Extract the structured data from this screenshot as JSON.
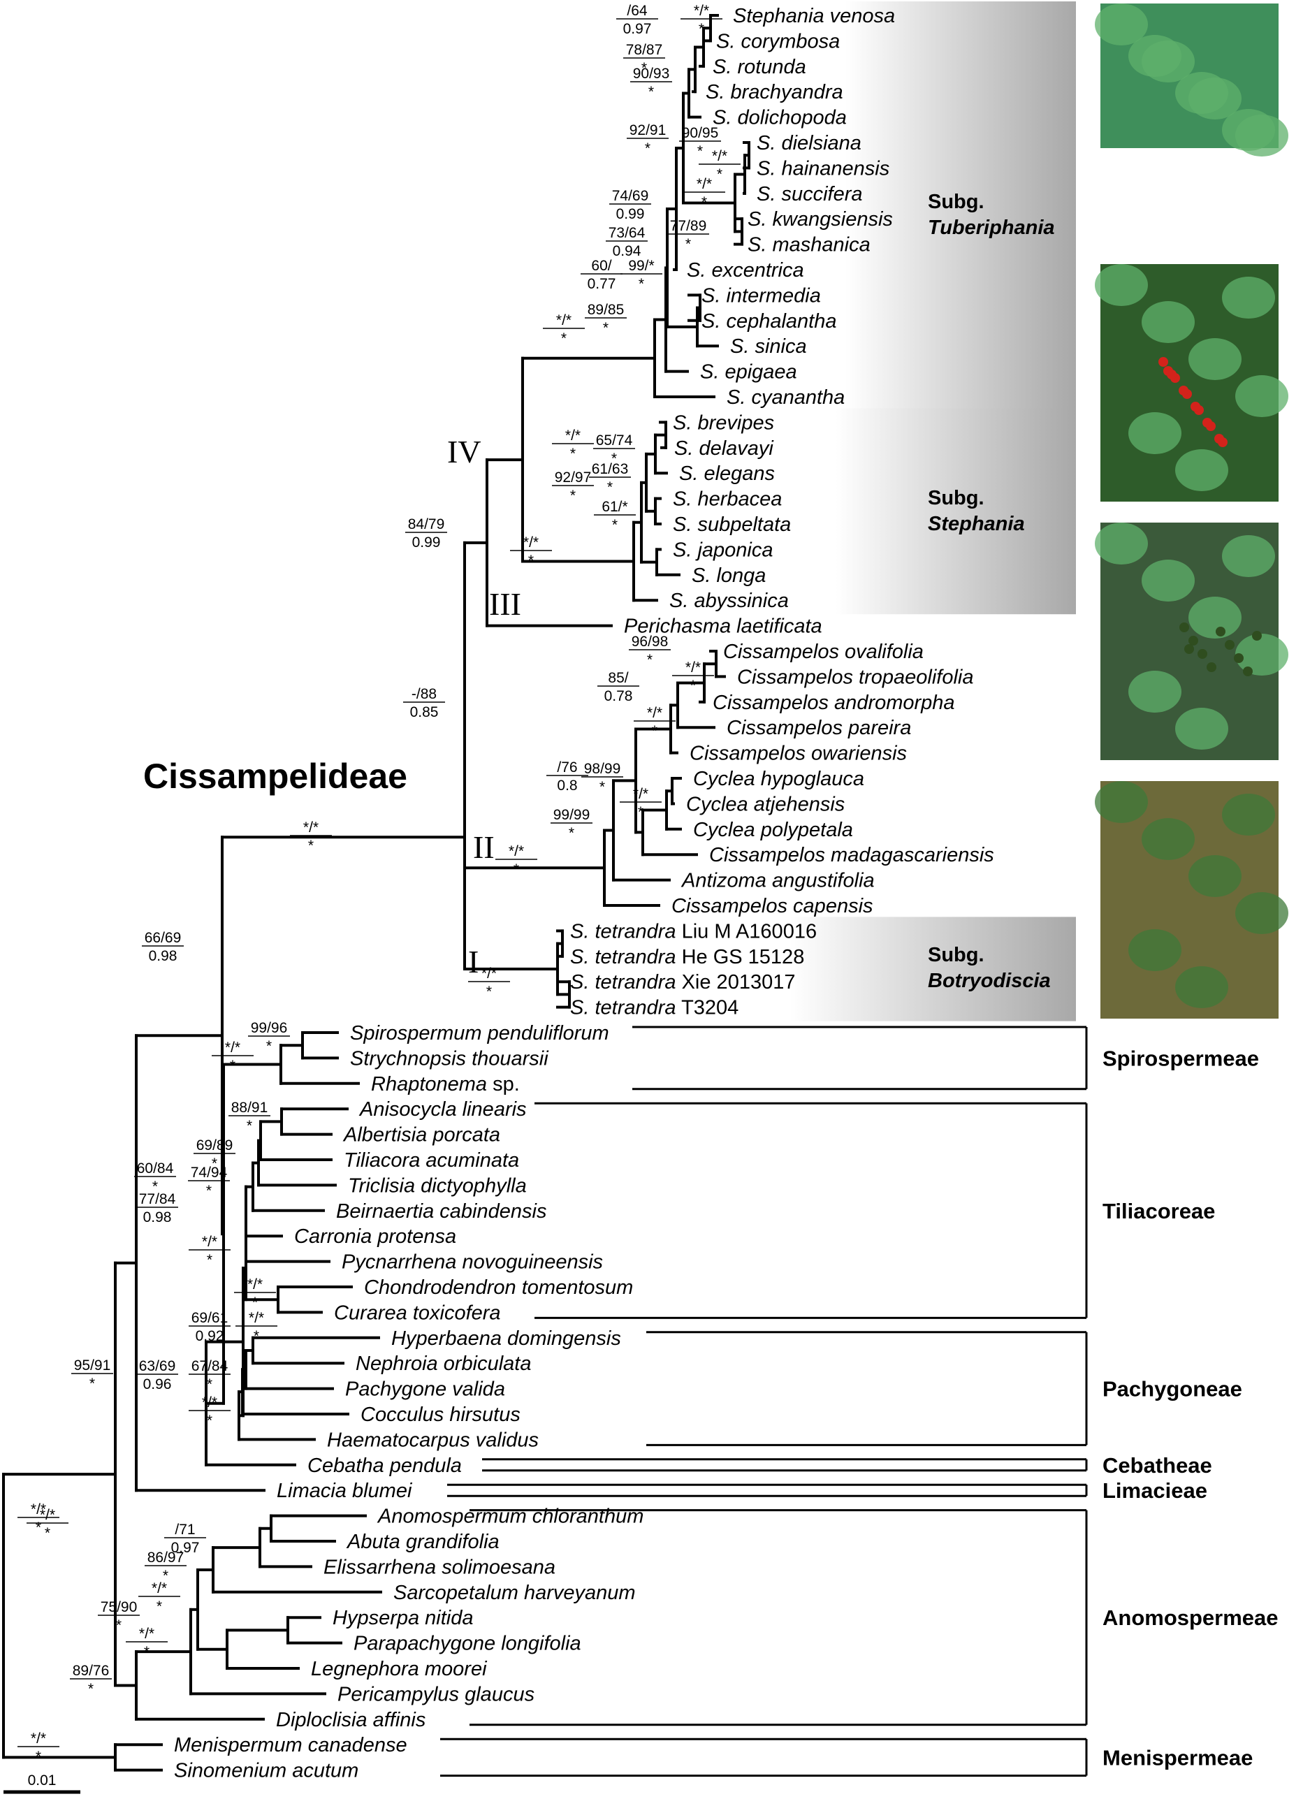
{
  "figure": {
    "headline": "Cissampelideae",
    "scale_label": "0.01",
    "clade_numerals": [
      "I",
      "II",
      "III",
      "IV"
    ],
    "subgenus_label": "Subg.",
    "subgenera": [
      "Tuberiphania",
      "Stephania",
      "Botryodiscia"
    ],
    "photos": [
      "leaf-photo",
      "berry-photo",
      "fruit-photo",
      "seedling-photo"
    ],
    "colors": {
      "line": "#000000",
      "panel_dark": "#a8a8a8",
      "panel_light": "#ffffff"
    }
  },
  "taxa": [
    {
      "name": "Stephania venosa"
    },
    {
      "name": "S. corymbosa"
    },
    {
      "name": "S. rotunda"
    },
    {
      "name": "S. brachyandra"
    },
    {
      "name": "S. dolichopoda"
    },
    {
      "name": "S. dielsiana"
    },
    {
      "name": "S. hainanensis"
    },
    {
      "name": "S. succifera"
    },
    {
      "name": "S. kwangsiensis"
    },
    {
      "name": "S. mashanica"
    },
    {
      "name": "S. excentrica"
    },
    {
      "name": "S. intermedia"
    },
    {
      "name": "S. cephalantha"
    },
    {
      "name": "S. sinica"
    },
    {
      "name": "S. epigaea"
    },
    {
      "name": "S. cyanantha"
    },
    {
      "name": "S. brevipes"
    },
    {
      "name": "S. delavayi"
    },
    {
      "name": "S. elegans"
    },
    {
      "name": "S. herbacea"
    },
    {
      "name": "S. subpeltata"
    },
    {
      "name": "S. japonica"
    },
    {
      "name": "S. longa"
    },
    {
      "name": "S. abyssinica"
    },
    {
      "name": "Perichasma laetificata"
    },
    {
      "name": "Cissampelos ovalifolia"
    },
    {
      "name": "Cissampelos tropaeolifolia"
    },
    {
      "name": "Cissampelos andromorpha"
    },
    {
      "name": "Cissampelos pareira"
    },
    {
      "name": "Cissampelos owariensis"
    },
    {
      "name": "Cyclea hypoglauca"
    },
    {
      "name": "Cyclea atjehensis"
    },
    {
      "name": "Cyclea polypetala"
    },
    {
      "name": "Cissampelos madagascariensis"
    },
    {
      "name": "Antizoma angustifolia"
    },
    {
      "name": "Cissampelos capensis"
    },
    {
      "name": "S. tetrandra",
      "voucher": "Liu M A160016"
    },
    {
      "name": "S. tetrandra",
      "voucher": "He GS 15128"
    },
    {
      "name": "S. tetrandra",
      "voucher": "Xie 2013017"
    },
    {
      "name": "S. tetrandra",
      "voucher": "T3204"
    },
    {
      "name": "Spirospermum penduliflorum"
    },
    {
      "name": "Strychnopsis thouarsii"
    },
    {
      "name": "Rhaptonema",
      "suffix": "sp."
    },
    {
      "name": "Anisocycla linearis"
    },
    {
      "name": "Albertisia porcata"
    },
    {
      "name": "Tiliacora acuminata"
    },
    {
      "name": "Triclisia dictyophylla"
    },
    {
      "name": "Beirnaertia cabindensis"
    },
    {
      "name": "Carronia protensa"
    },
    {
      "name": "Pycnarrhena novoguineensis"
    },
    {
      "name": "Chondrodendron tomentosum"
    },
    {
      "name": "Curarea toxicofera"
    },
    {
      "name": "Hyperbaena domingensis"
    },
    {
      "name": "Nephroia orbiculata"
    },
    {
      "name": "Pachygone valida"
    },
    {
      "name": "Cocculus hirsutus"
    },
    {
      "name": "Haematocarpus validus"
    },
    {
      "name": "Cebatha pendula"
    },
    {
      "name": "Limacia blumei"
    },
    {
      "name": "Anomospermum chloranthum"
    },
    {
      "name": "Abuta grandifolia"
    },
    {
      "name": "Elissarrhena solimoesana"
    },
    {
      "name": "Sarcopetalum harveyanum"
    },
    {
      "name": "Hypserpa nitida"
    },
    {
      "name": "Parapachygone longifolia"
    },
    {
      "name": "Legnephora moorei"
    },
    {
      "name": "Pericampylus glaucus"
    },
    {
      "name": "Diploclisia affinis"
    },
    {
      "name": "Menispermum canadense"
    },
    {
      "name": "Sinomenium acutum"
    }
  ],
  "tribes": [
    "Spirospermeae",
    "Tiliacoreae",
    "Pachygoneae",
    "Cebatheae",
    "Limacieae",
    "Anomospermeae",
    "Menispermeae"
  ],
  "supports": [
    {
      "top": "/64",
      "bottom": "0.97"
    },
    {
      "top": "*/*",
      "bottom": "*"
    },
    {
      "top": "78/87",
      "bottom": "*"
    },
    {
      "top": "90/93",
      "bottom": "*"
    },
    {
      "top": "92/91",
      "bottom": "*"
    },
    {
      "top": "90/95",
      "bottom": "*"
    },
    {
      "top": "*/*",
      "bottom": "*"
    },
    {
      "top": "*/*",
      "bottom": "*"
    },
    {
      "top": "74/69",
      "bottom": "0.99"
    },
    {
      "top": "73/64",
      "bottom": "0.94"
    },
    {
      "top": "77/89",
      "bottom": "*"
    },
    {
      "top": "60/",
      "bottom": "0.77"
    },
    {
      "top": "99/*",
      "bottom": "*"
    },
    {
      "top": "89/85",
      "bottom": "*"
    },
    {
      "top": "*/*",
      "bottom": "*"
    },
    {
      "top": "*/*",
      "bottom": "*"
    },
    {
      "top": "65/74",
      "bottom": "*"
    },
    {
      "top": "61/63",
      "bottom": "*"
    },
    {
      "top": "92/97",
      "bottom": "*"
    },
    {
      "top": "61/*",
      "bottom": "*"
    },
    {
      "top": "*/*",
      "bottom": "*"
    },
    {
      "top": "84/79",
      "bottom": "0.99"
    },
    {
      "top": "96/98",
      "bottom": "*"
    },
    {
      "top": "*/*",
      "bottom": "*"
    },
    {
      "top": "85/",
      "bottom": "0.78"
    },
    {
      "top": "*/*",
      "bottom": "*"
    },
    {
      "top": "/76",
      "bottom": "0.8"
    },
    {
      "top": "98/99",
      "bottom": "*"
    },
    {
      "top": "*/*",
      "bottom": "*"
    },
    {
      "top": "99/99",
      "bottom": "*"
    },
    {
      "top": "*/*",
      "bottom": "*"
    },
    {
      "top": "-/88",
      "bottom": "0.85"
    },
    {
      "top": "*/*",
      "bottom": "*"
    },
    {
      "top": "*/*",
      "bottom": "*"
    },
    {
      "top": "66/69",
      "bottom": "0.98"
    },
    {
      "top": "99/96",
      "bottom": "*"
    },
    {
      "top": "*/*",
      "bottom": "*"
    },
    {
      "top": "88/91",
      "bottom": "*"
    },
    {
      "top": "69/89",
      "bottom": "*"
    },
    {
      "top": "74/94",
      "bottom": "*"
    },
    {
      "top": "60/84",
      "bottom": "*"
    },
    {
      "top": "77/84",
      "bottom": "0.98"
    },
    {
      "top": "*/*",
      "bottom": "*"
    },
    {
      "top": "*/*",
      "bottom": "*"
    },
    {
      "top": "*/*",
      "bottom": "*"
    },
    {
      "top": "69/61",
      "bottom": "0.92"
    },
    {
      "top": "67/84",
      "bottom": "*"
    },
    {
      "top": "63/69",
      "bottom": "0.96"
    },
    {
      "top": "*/*",
      "bottom": "*"
    },
    {
      "top": "95/91",
      "bottom": "*"
    },
    {
      "top": "*/*",
      "bottom": "*"
    },
    {
      "top": "/71",
      "bottom": "0.97"
    },
    {
      "top": "86/97",
      "bottom": "*"
    },
    {
      "top": "*/*",
      "bottom": "*"
    },
    {
      "top": "75/90",
      "bottom": "*"
    },
    {
      "top": "*/*",
      "bottom": "*"
    },
    {
      "top": "89/76",
      "bottom": "*"
    },
    {
      "top": "*/*",
      "bottom": "*"
    },
    {
      "top": "*/*",
      "bottom": "*"
    }
  ]
}
